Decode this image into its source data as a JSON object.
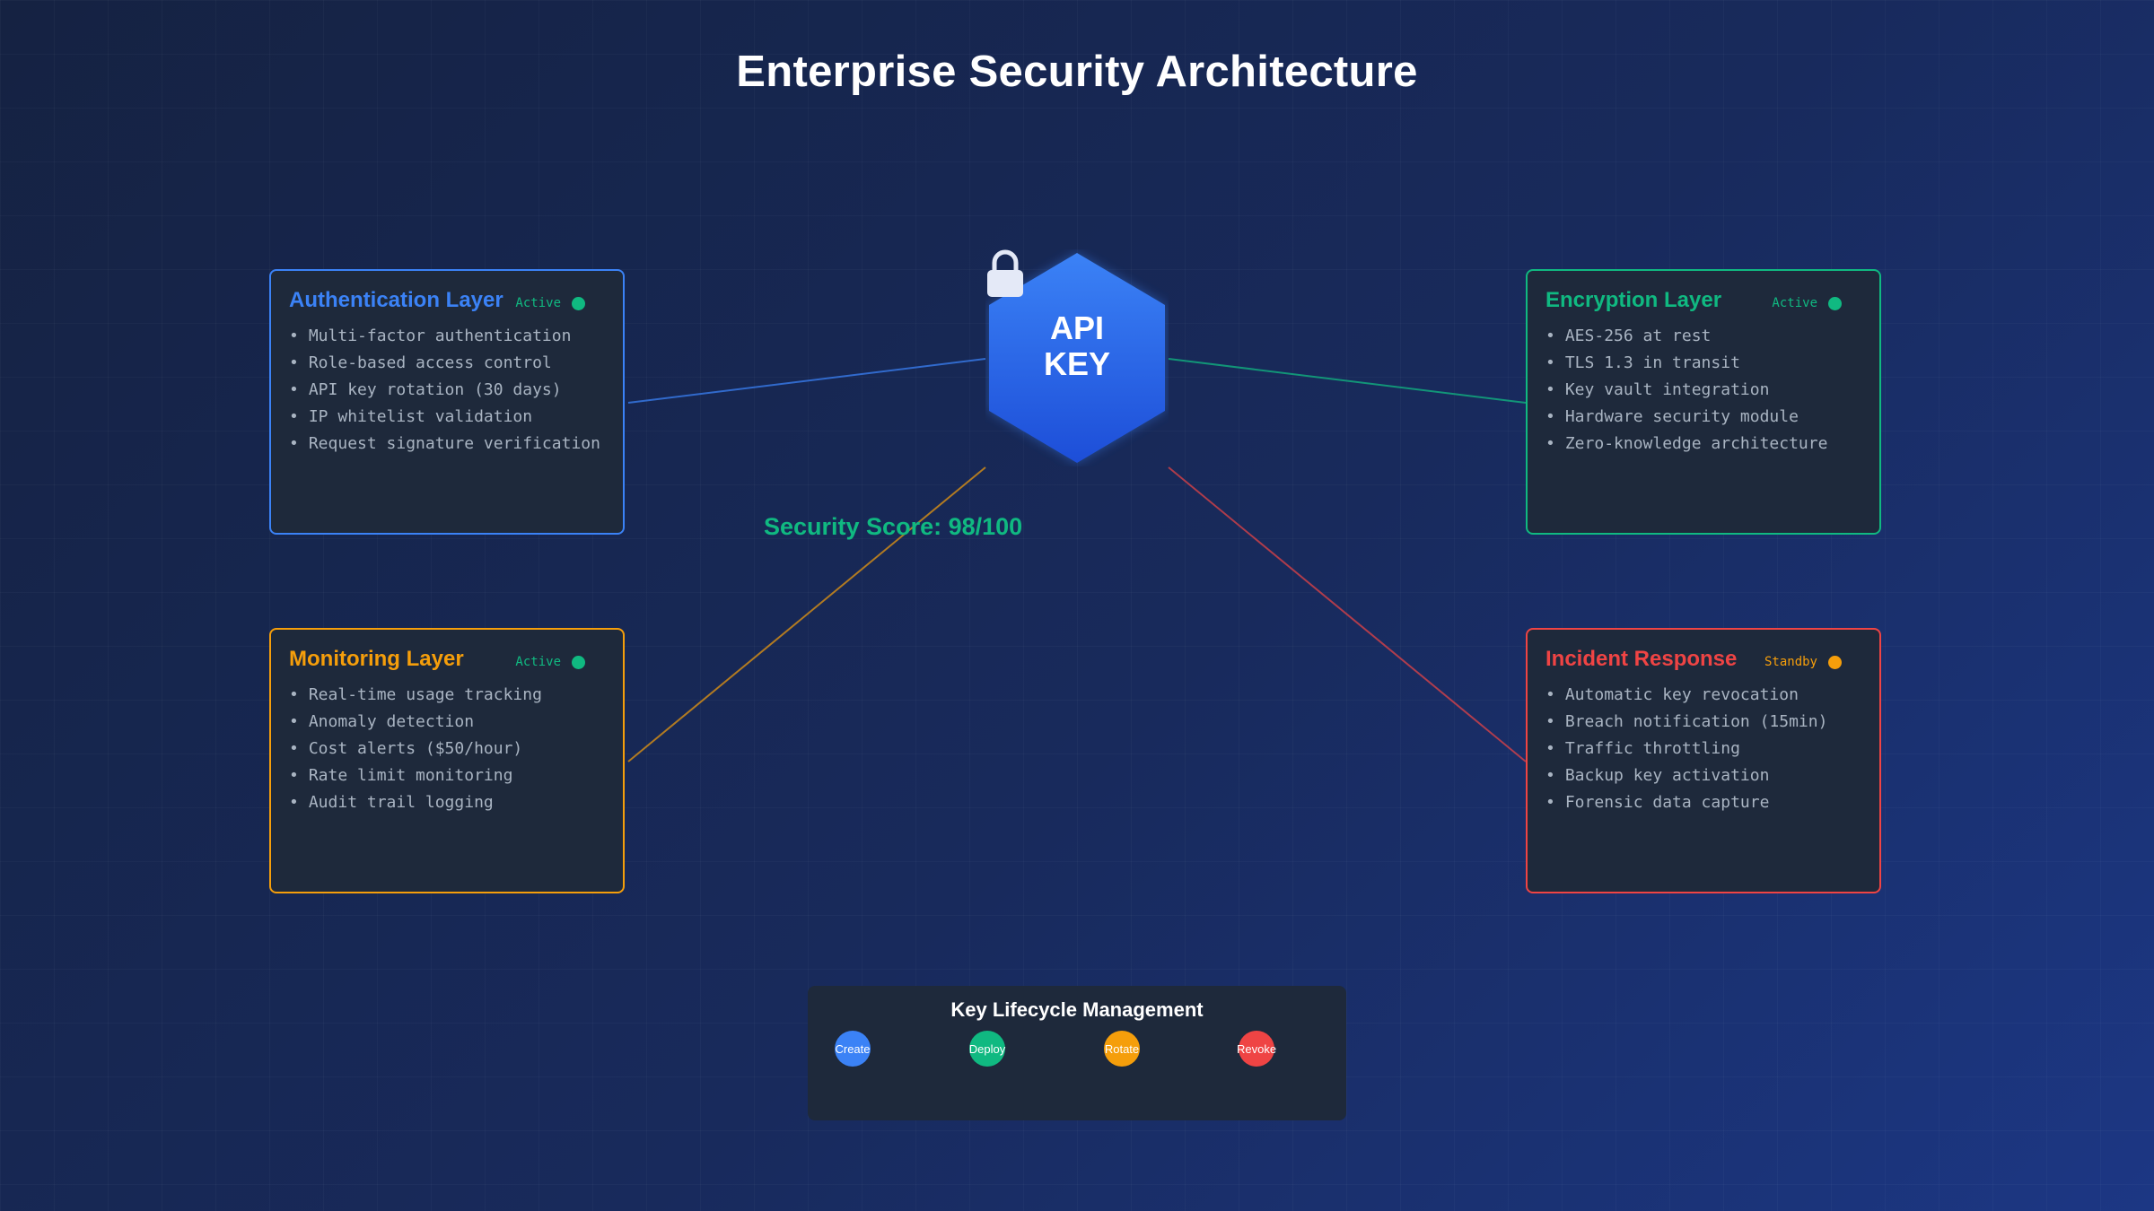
{
  "title": "Enterprise Security Architecture",
  "hub": {
    "line1": "API",
    "line2": "KEY",
    "icon": "lock-icon"
  },
  "score": "Security Score: 98/100",
  "layers": [
    {
      "title": "Authentication Layer",
      "status": "Active",
      "color": "#3b82f6",
      "status_color": "#10b981",
      "items": [
        "Multi-factor authentication",
        "Role-based access control",
        "API key rotation (30 days)",
        "IP whitelist validation",
        "Request signature verification"
      ]
    },
    {
      "title": "Encryption Layer",
      "status": "Active",
      "color": "#10b981",
      "status_color": "#10b981",
      "items": [
        "AES-256 at rest",
        "TLS 1.3 in transit",
        "Key vault integration",
        "Hardware security module",
        "Zero-knowledge architecture"
      ]
    },
    {
      "title": "Monitoring Layer",
      "status": "Active",
      "color": "#f59e0b",
      "status_color": "#10b981",
      "items": [
        "Real-time usage tracking",
        "Anomaly detection",
        "Cost alerts ($50/hour)",
        "Rate limit monitoring",
        "Audit trail logging"
      ]
    },
    {
      "title": "Incident Response",
      "status": "Standby",
      "color": "#ef4444",
      "status_color": "#f59e0b",
      "items": [
        "Automatic key revocation",
        "Breach notification (15min)",
        "Traffic throttling",
        "Backup key activation",
        "Forensic data capture"
      ]
    }
  ],
  "lifecycle": {
    "title": "Key Lifecycle Management",
    "stages": [
      {
        "label": "Create",
        "color": "#3b82f6"
      },
      {
        "label": "Deploy",
        "color": "#10b981"
      },
      {
        "label": "Rotate",
        "color": "#f59e0b"
      },
      {
        "label": "Revoke",
        "color": "#ef4444"
      }
    ]
  }
}
